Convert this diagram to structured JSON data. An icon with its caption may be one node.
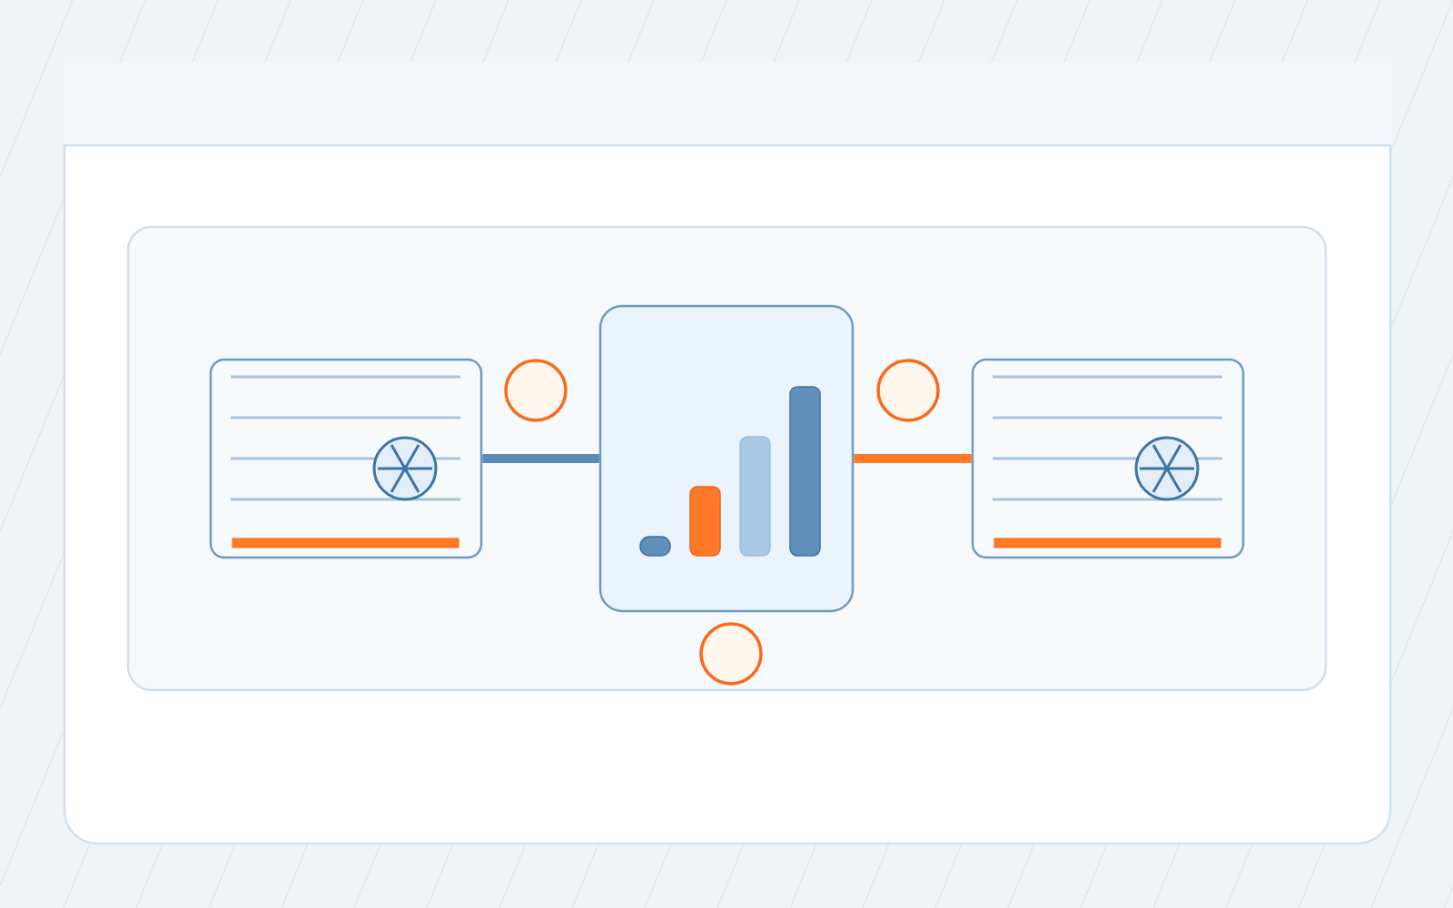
{
  "diagram": {
    "nodes": [
      {
        "text": [],
        "shape": "box"
      },
      {
        "text": [],
        "shape": "box",
        "in": 0
      },
      {
        "text": [],
        "shape": "box",
        "in": 1
      },
      {
        "text": [],
        "shape": "box",
        "in": 1
      },
      {
        "text": [],
        "shape": "box",
        "in": 1
      },
      {
        "text": [],
        "shape": "circle",
        "in": 1
      },
      {
        "text": [],
        "shape": "circle",
        "in": 1
      },
      {
        "text": [],
        "shape": "circle",
        "in": 1
      }
    ],
    "edges": [
      {
        "from": 2,
        "to": 3,
        "arrow": "none",
        "color": "#5a8bb7"
      },
      {
        "from": 3,
        "to": 4,
        "arrow": "none",
        "color": "#ff7a22"
      }
    ]
  }
}
